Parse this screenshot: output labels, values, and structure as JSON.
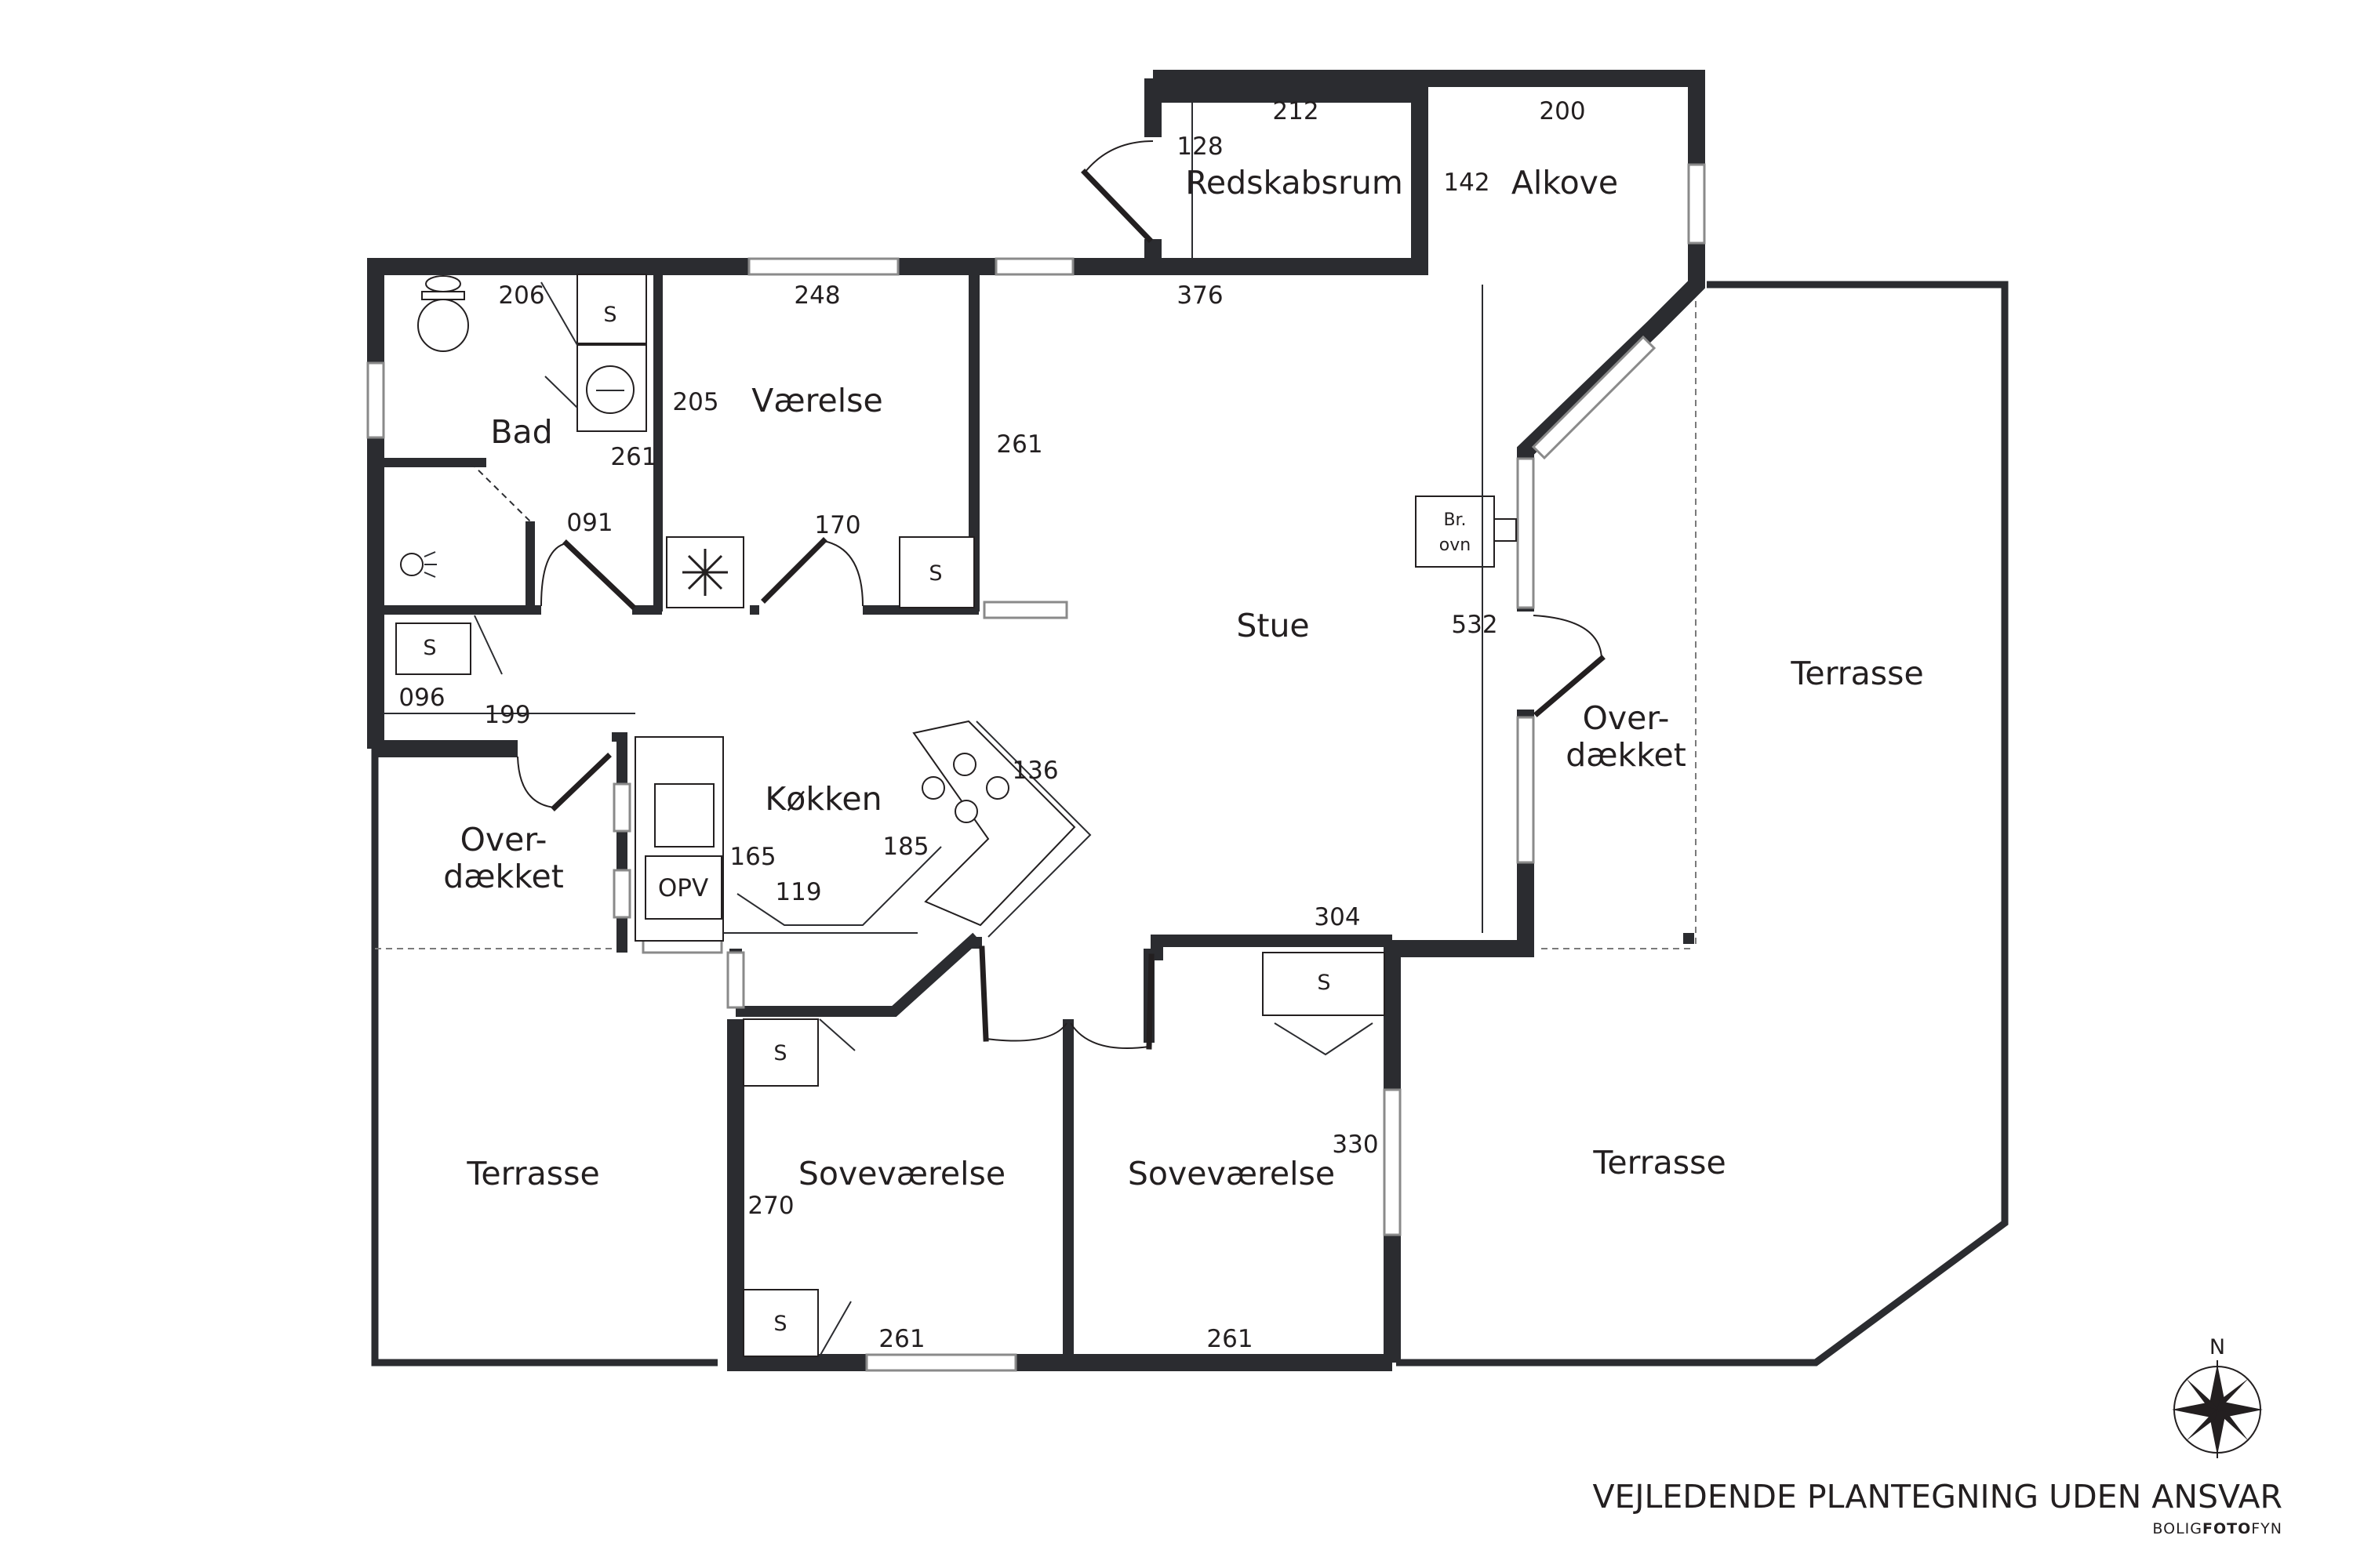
{
  "rooms": {
    "redskabsrum": "Redskabsrum",
    "alkove": "Alkove",
    "bad": "Bad",
    "vaerelse": "Værelse",
    "stue": "Stue",
    "koekken": "Køkken",
    "overdaekket_left_1": "Over-",
    "overdaekket_left_2": "dækket",
    "overdaekket_right_1": "Over-",
    "overdaekket_right_2": "dækket",
    "terrasse_right_top": "Terrasse",
    "terrasse_right_bottom": "Terrasse",
    "terrasse_left": "Terrasse",
    "sovevaerelse_1": "Soveværelse",
    "sovevaerelse_2": "Soveværelse"
  },
  "dimensions": {
    "d212": "212",
    "d200": "200",
    "d128": "128",
    "d142": "142",
    "d206": "206",
    "d248": "248",
    "d376": "376",
    "d205": "205",
    "d261_bad": "261",
    "d261_vaerelse": "261",
    "d091": "091",
    "d170": "170",
    "d532": "532",
    "d096": "096",
    "d199": "199",
    "d136": "136",
    "d165": "165",
    "d185": "185",
    "d119": "119",
    "d304": "304",
    "d330": "330",
    "d270": "270",
    "d261_sove1": "261",
    "d261_sove2": "261"
  },
  "fixtures": {
    "skab_bad": "S",
    "skab_vaerelse": "S",
    "skab_gang": "S",
    "skab_sove_top": "S",
    "skab_sove_bottom": "S",
    "skab_sove2": "S",
    "opv": "OPV",
    "braendeovn_1": "Br.",
    "braendeovn_2": "ovn"
  },
  "compass": {
    "north": "N"
  },
  "footer": {
    "disclaimer": "VEJLEDENDE PLANTEGNING UDEN ANSVAR",
    "brand_a": "BOLIG",
    "brand_b": "FOTO",
    "brand_c": "FYN"
  },
  "colors": {
    "wall": "#2b2c30",
    "text": "#231f20",
    "window": "#8a8a8a",
    "background": "#ffffff"
  }
}
